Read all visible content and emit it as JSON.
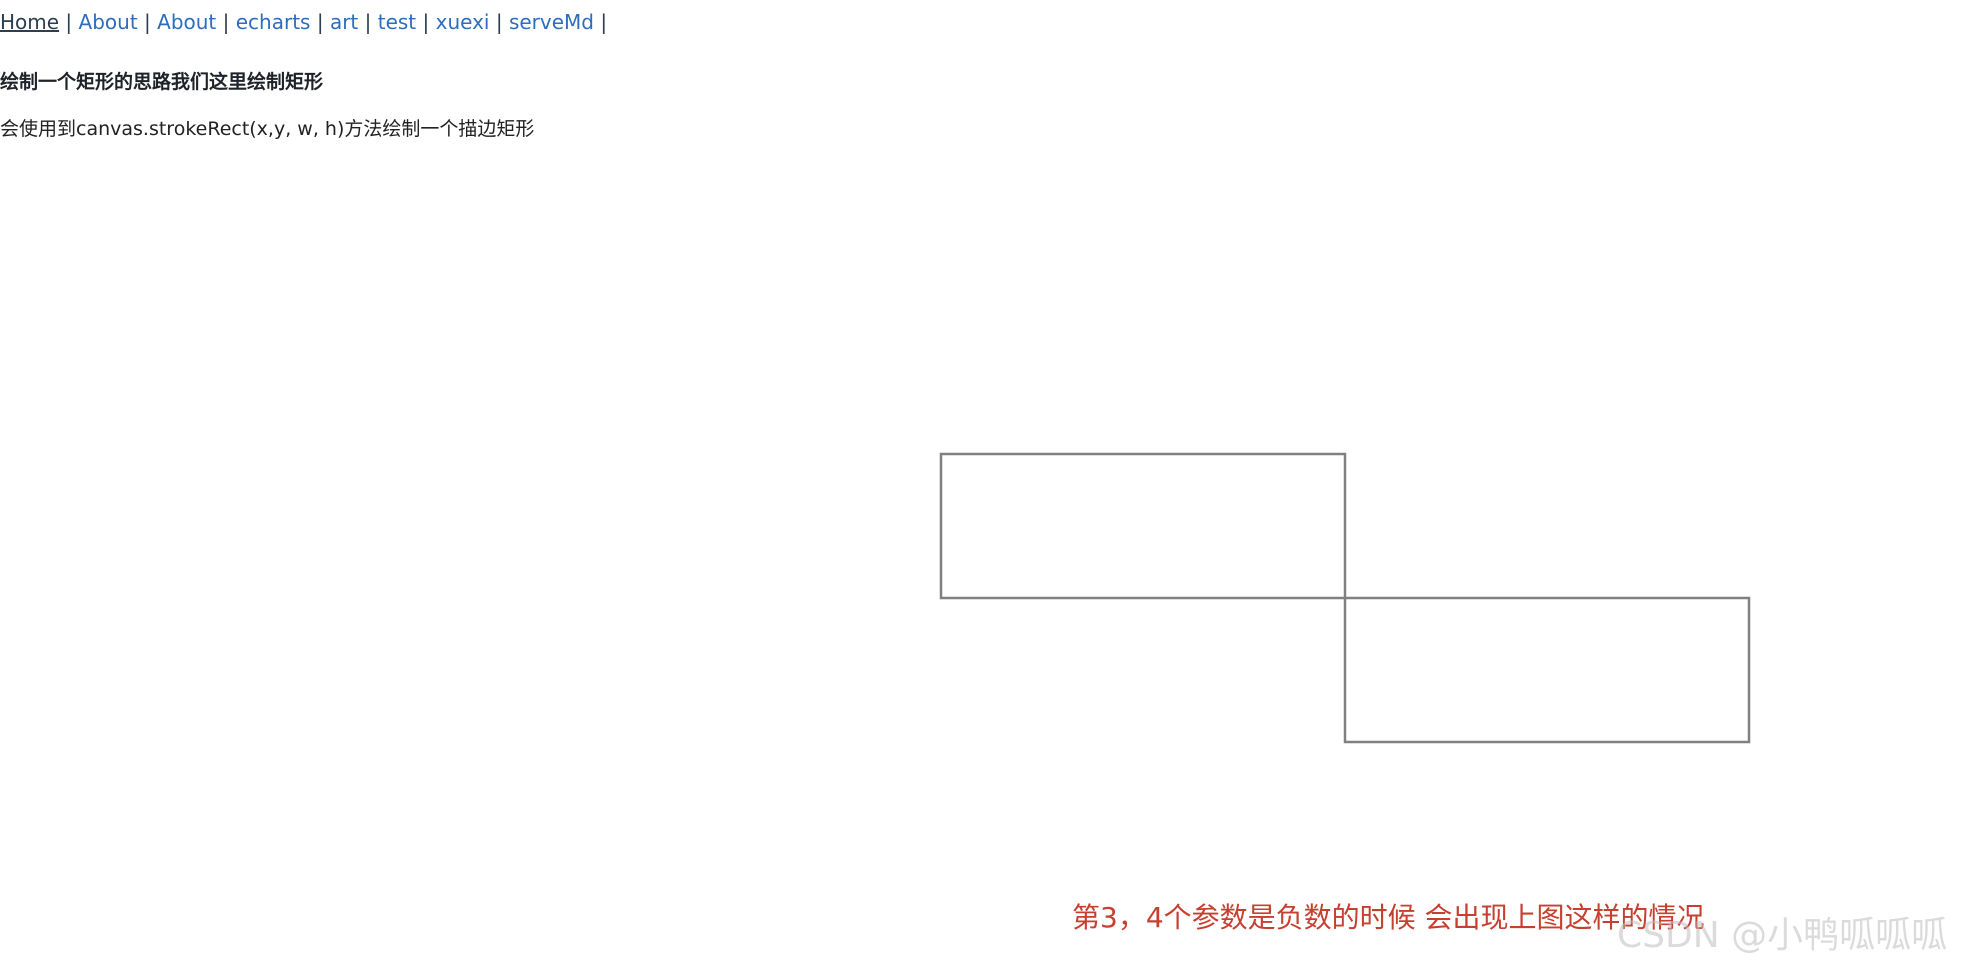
{
  "nav": {
    "items": [
      {
        "label": "Home",
        "active": true
      },
      {
        "label": "About",
        "active": false
      },
      {
        "label": "About",
        "active": false
      },
      {
        "label": "echarts",
        "active": false
      },
      {
        "label": "art",
        "active": false
      },
      {
        "label": "test",
        "active": false
      },
      {
        "label": "xuexi",
        "active": false
      },
      {
        "label": "serveMd",
        "active": false
      }
    ],
    "separator": "|"
  },
  "content": {
    "heading": "绘制一个矩形的思路我们这里绘制矩形",
    "paragraph": "会使用到canvas.strokeRect(x,y, w, h)方法绘制一个描边矩形"
  },
  "annotation": {
    "caption": "第3，4个参数是负数的时候  会出现上图这样的情况"
  },
  "watermark": {
    "text": "CSDN @小鸭呱呱呱"
  },
  "colors": {
    "link": "#2c6ebd",
    "text": "#2c3e50",
    "caption": "#c6402f",
    "stroke": "#808080"
  }
}
